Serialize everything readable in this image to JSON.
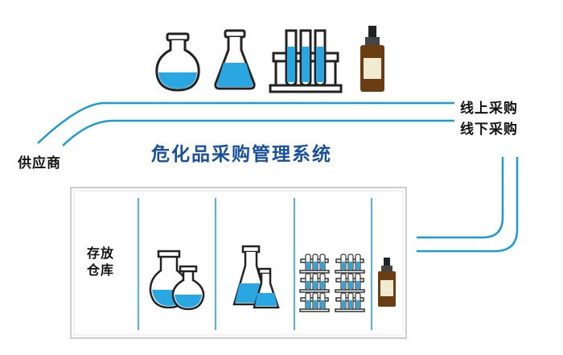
{
  "title": "危化品采购管理系统",
  "labels": {
    "supplier": "供应商",
    "online_purchase": "线上采购",
    "offline_purchase": "线下采购",
    "warehouse_line1": "存放",
    "warehouse_line2": "仓库"
  },
  "colors": {
    "accent": "#1c9ad6",
    "title": "#1a4f9c",
    "liquid": "#2aa6e0",
    "bottle": "#6b3d12"
  }
}
